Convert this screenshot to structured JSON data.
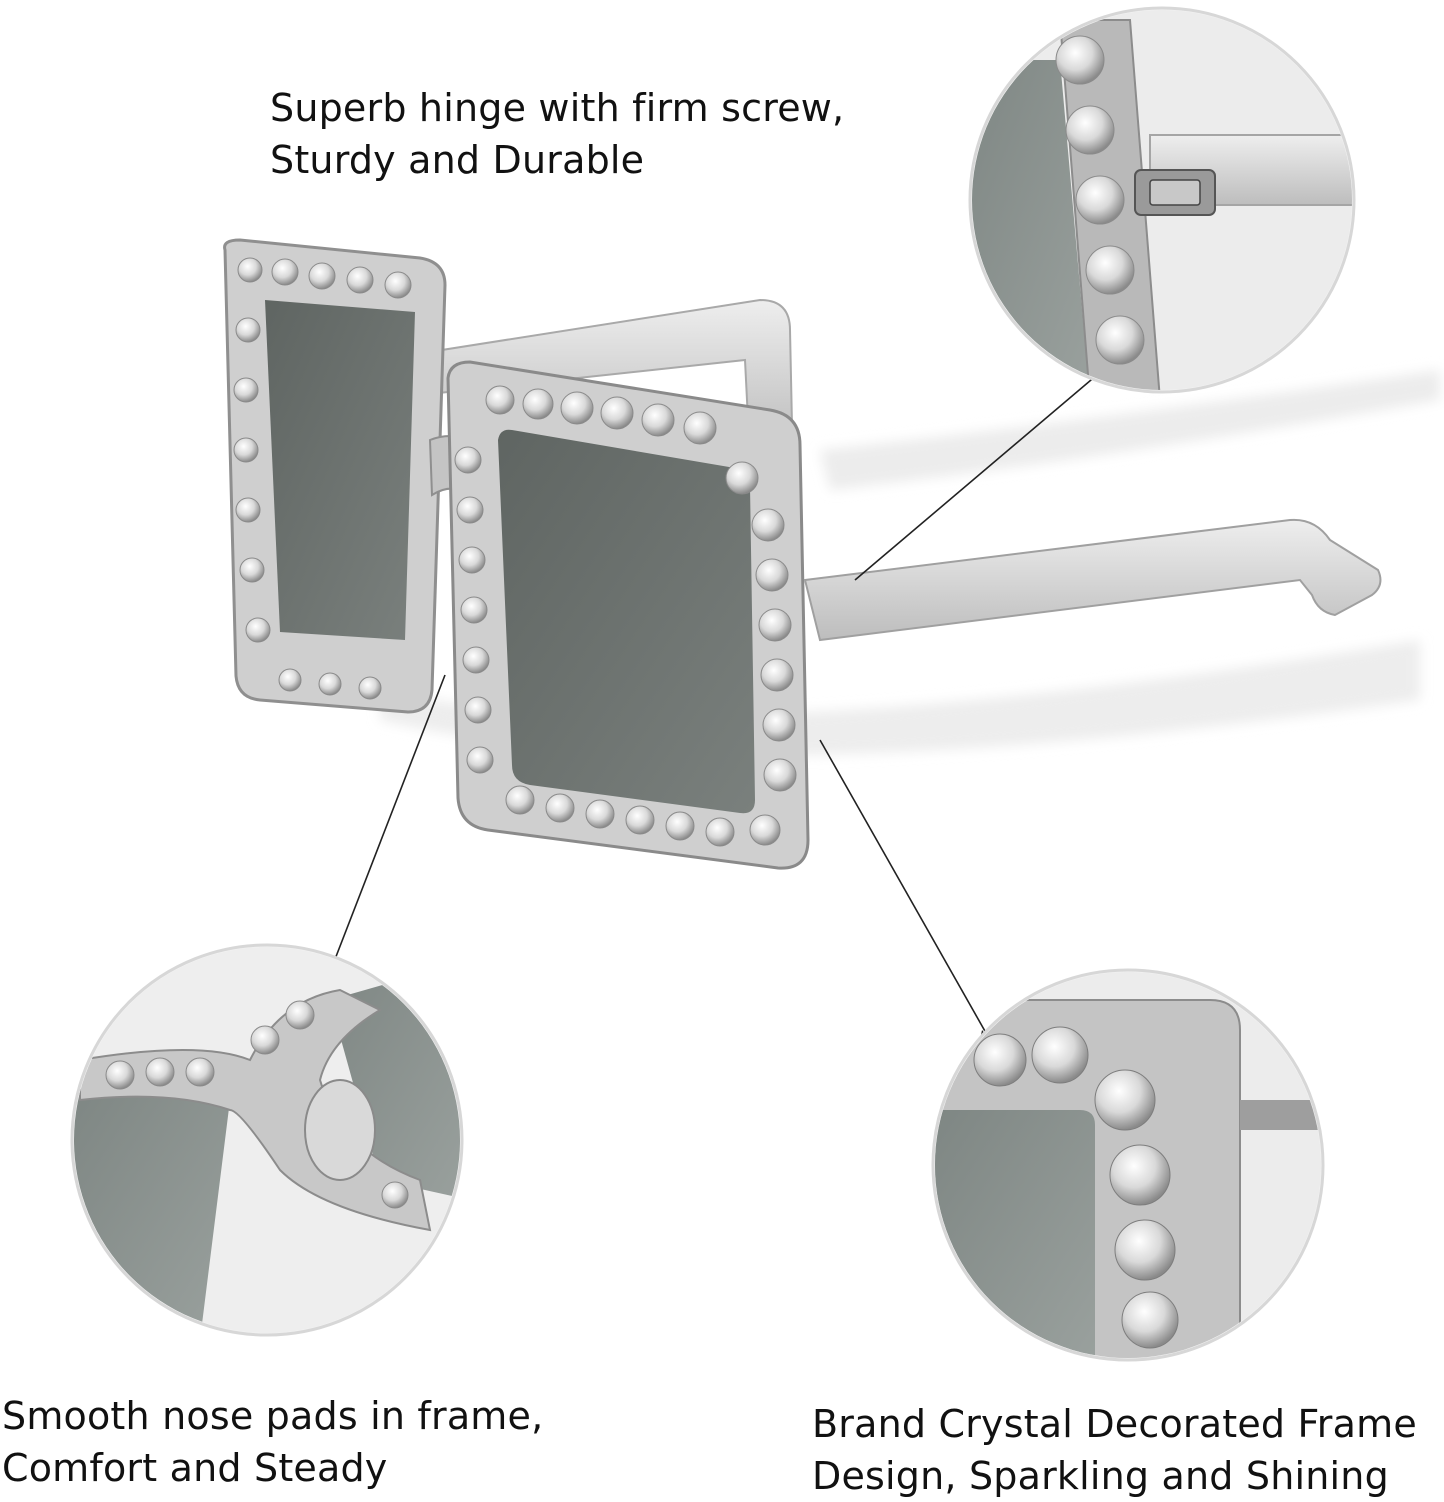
{
  "captions": {
    "hinge": {
      "line1": "Superb hinge with firm screw,",
      "line2": "Sturdy and Durable"
    },
    "nose": {
      "line1": "Smooth nose pads in frame,",
      "line2": "Comfort and Steady"
    },
    "crystal": {
      "line1": "Brand Crystal Decorated Frame",
      "line2": "Design, Sparkling and Shining"
    }
  },
  "colors": {
    "lens": "#6d7370",
    "frame": "#c9c9c9",
    "frame_dark": "#8e8e8e",
    "crystal": "#f2f2f2",
    "temple": "#d8d8d8",
    "background": "#ffffff",
    "text": "#111111"
  },
  "icons": [
    "sunglasses-illustration",
    "hinge-detail",
    "nose-pad-detail",
    "crystal-corner-detail"
  ]
}
